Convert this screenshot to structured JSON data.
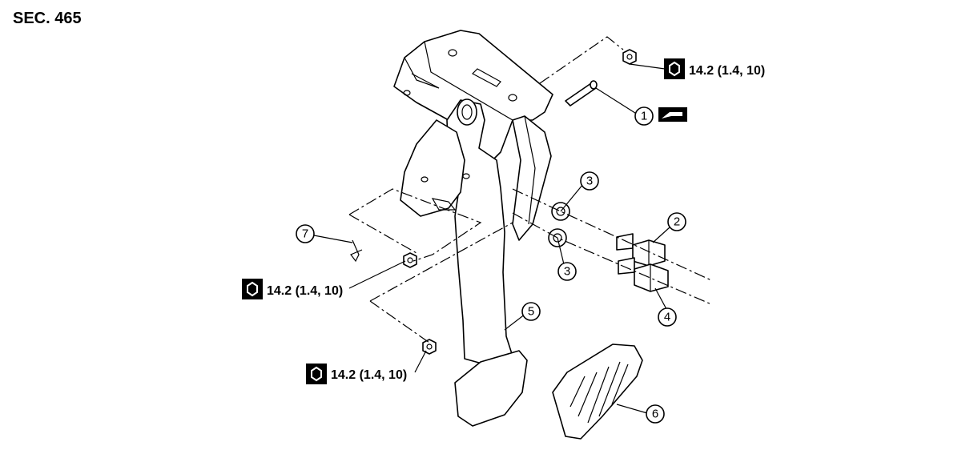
{
  "section_label": "SEC. 465",
  "torques": [
    "14.2 (1.4, 10)",
    "14.2 (1.4, 10)",
    "14.2 (1.4, 10)"
  ],
  "callouts": [
    "1",
    "2",
    "3",
    "3",
    "4",
    "5",
    "6",
    "7"
  ]
}
